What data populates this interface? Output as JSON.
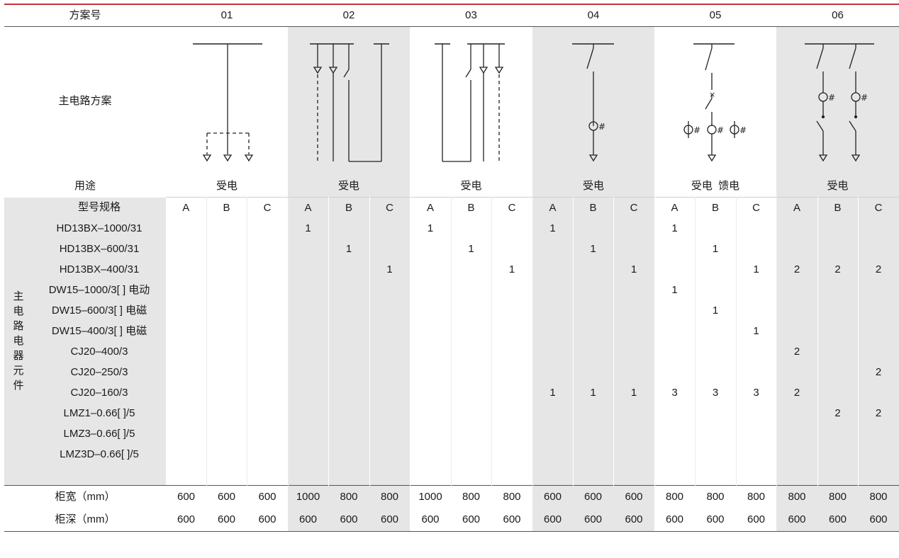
{
  "header": {
    "label": "方案号",
    "schemes": [
      "01",
      "02",
      "03",
      "04",
      "05",
      "06"
    ]
  },
  "scheme_row_label": "主电路方案",
  "usage": {
    "label": "用途",
    "values": [
      "受电",
      "受电",
      "受电",
      "受电",
      "受电  馈电",
      "受电"
    ]
  },
  "side_label": "主电路电器元件",
  "models_header": {
    "label": "型号规格",
    "subcols": [
      "A",
      "B",
      "C",
      "A",
      "B",
      "C",
      "A",
      "B",
      "C",
      "A",
      "B",
      "C",
      "A",
      "B",
      "C",
      "A",
      "B",
      "C"
    ]
  },
  "rows": [
    {
      "model": "HD13BX–1000/31",
      "v": [
        "",
        "",
        "",
        "1",
        "",
        "",
        "1",
        "",
        "",
        "1",
        "",
        "",
        "1",
        "",
        "",
        "",
        "",
        ""
      ]
    },
    {
      "model": "HD13BX–600/31",
      "v": [
        "",
        "",
        "",
        "",
        "1",
        "",
        "",
        "1",
        "",
        "",
        "1",
        "",
        "",
        "1",
        "",
        "",
        "",
        ""
      ]
    },
    {
      "model": "HD13BX–400/31",
      "v": [
        "",
        "",
        "",
        "",
        "",
        "1",
        "",
        "",
        "1",
        "",
        "",
        "1",
        "",
        "",
        "1",
        "2",
        "2",
        "2"
      ]
    },
    {
      "model": "DW15–1000/3[ ] 电动",
      "v": [
        "",
        "",
        "",
        "",
        "",
        "",
        "",
        "",
        "",
        "",
        "",
        "",
        "1",
        "",
        "",
        "",
        "",
        ""
      ]
    },
    {
      "model": "DW15–600/3[ ] 电磁",
      "v": [
        "",
        "",
        "",
        "",
        "",
        "",
        "",
        "",
        "",
        "",
        "",
        "",
        "",
        "1",
        "",
        "",
        "",
        ""
      ]
    },
    {
      "model": "DW15–400/3[ ] 电磁",
      "v": [
        "",
        "",
        "",
        "",
        "",
        "",
        "",
        "",
        "",
        "",
        "",
        "",
        "",
        "",
        "1",
        "",
        "",
        ""
      ]
    },
    {
      "model": "CJ20–400/3",
      "v": [
        "",
        "",
        "",
        "",
        "",
        "",
        "",
        "",
        "",
        "",
        "",
        "",
        "",
        "",
        "",
        "2",
        "",
        ""
      ]
    },
    {
      "model": "CJ20–250/3",
      "v": [
        "",
        "",
        "",
        "",
        "",
        "",
        "",
        "",
        "",
        "",
        "",
        "",
        "",
        "",
        "",
        "",
        "",
        "2"
      ]
    },
    {
      "model": "CJ20–160/3",
      "v": [
        "",
        "",
        "",
        "",
        "",
        "",
        "",
        "",
        "",
        "1",
        "1",
        "1",
        "3",
        "3",
        "3",
        "2",
        "",
        ""
      ]
    },
    {
      "model": "LMZ1–0.66[ ]/5",
      "v": [
        "",
        "",
        "",
        "",
        "",
        "",
        "",
        "",
        "",
        "",
        "",
        "",
        "",
        "",
        "",
        "",
        "2",
        "2"
      ]
    },
    {
      "model": "LMZ3–0.66[ ]/5",
      "v": [
        "",
        "",
        "",
        "",
        "",
        "",
        "",
        "",
        "",
        "",
        "",
        "",
        "",
        "",
        "",
        "",
        "",
        ""
      ]
    },
    {
      "model": "LMZ3D–0.66[ ]/5",
      "v": [
        "",
        "",
        "",
        "",
        "",
        "",
        "",
        "",
        "",
        "",
        "",
        "",
        "",
        "",
        "",
        "",
        "",
        ""
      ]
    },
    {
      "model": "",
      "v": [
        "",
        "",
        "",
        "",
        "",
        "",
        "",
        "",
        "",
        "",
        "",
        "",
        "",
        "",
        "",
        "",
        "",
        ""
      ]
    }
  ],
  "width_row": {
    "label": "柜宽（mm）",
    "v": [
      "600",
      "600",
      "600",
      "1000",
      "800",
      "800",
      "1000",
      "800",
      "800",
      "600",
      "600",
      "600",
      "800",
      "800",
      "800",
      "800",
      "800",
      "800"
    ]
  },
  "depth_row": {
    "label": "柜深（mm）",
    "v": [
      "600",
      "600",
      "600",
      "600",
      "600",
      "600",
      "600",
      "600",
      "600",
      "600",
      "600",
      "600",
      "600",
      "600",
      "600",
      "600",
      "600",
      "600"
    ]
  },
  "ct_symbol": "Φ#",
  "breaker_mark": "×"
}
